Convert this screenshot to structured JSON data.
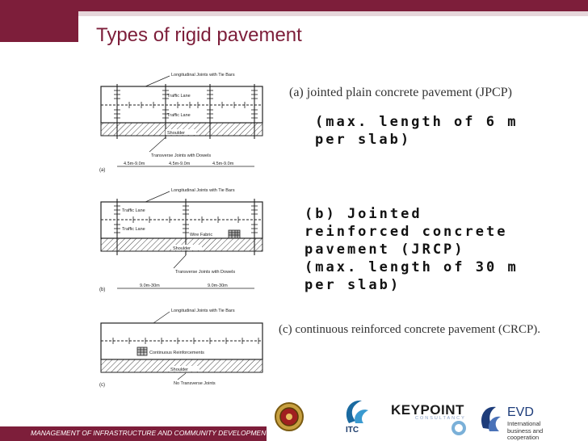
{
  "slide": {
    "title": "Types of rigid pavement",
    "footer": "MANAGEMENT OF INFRASTRUCTURE AND COMMUNITY DEVELOPMENT"
  },
  "captions": {
    "a": "(a)  jointed plain concrete pavement (JPCP)",
    "a_note": "(max. length of 6 m\nper slab)",
    "b": "(b) Jointed\nreinforced concrete\npavement (JRCP)\n(max. length of 30 m\nper slab)",
    "c": "(c) continuous reinforced concrete pavement (CRCP)."
  },
  "figure": {
    "a": {
      "panel": "(a)",
      "tie_bars": "Longitudinal Joints with Tie Bars",
      "lane1": "Traffic Lane",
      "lane2": "Traffic Lane",
      "shoulder": "Shoulder",
      "dowels": "Transverse Joints with Dowels",
      "dims": [
        "4.5m-9.0m",
        "4.5m-9.0m",
        "4.5m-9.0m"
      ]
    },
    "b": {
      "panel": "(b)",
      "tie_bars": "Longitudinal Joints with Tie Bars",
      "lane1": "Traffic Lane",
      "lane2": "Traffic Lane",
      "wire": "Wire Fabric",
      "shoulder": "Shoulder",
      "dowels": "Transverse Joints with Dowels",
      "dims": [
        "9.0m-30m",
        "9.0m-30m"
      ]
    },
    "c": {
      "panel": "(c)",
      "tie_bars": "Longitudinal Joints with Tie Bars",
      "reinforcement": "Continuous Reinforcements",
      "shoulder": "Shoulder",
      "no_joints": "No Transverse Joints"
    }
  },
  "logos": {
    "itc": "ITC",
    "keypoint": "KEYPOINT",
    "keypoint_sub": "CONSULTANCY",
    "evd": "EVD",
    "evd_lines": [
      "International",
      "business and",
      "cooperation"
    ]
  },
  "colors": {
    "brand": "#7d1e3a",
    "brand_light": "#e6d6da"
  }
}
